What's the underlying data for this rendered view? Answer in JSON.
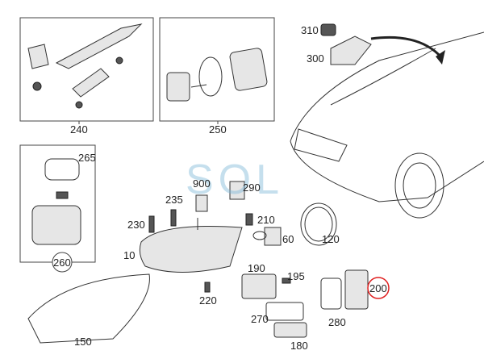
{
  "diagram": {
    "watermark": "SOL",
    "highlight_color": "#e02020",
    "highlighted_part": "200",
    "labels": {
      "p310": "310",
      "p300": "300",
      "p240": "240",
      "p250": "250",
      "p265": "265",
      "p260": "260",
      "p900": "900",
      "p290": "290",
      "p235": "235",
      "p230": "230",
      "p210": "210",
      "p60": "60",
      "p120": "120",
      "p10": "10",
      "p190": "190",
      "p195": "195",
      "p200": "200",
      "p220": "220",
      "p270": "270",
      "p280": "280",
      "p180": "180",
      "p150": "150"
    }
  }
}
